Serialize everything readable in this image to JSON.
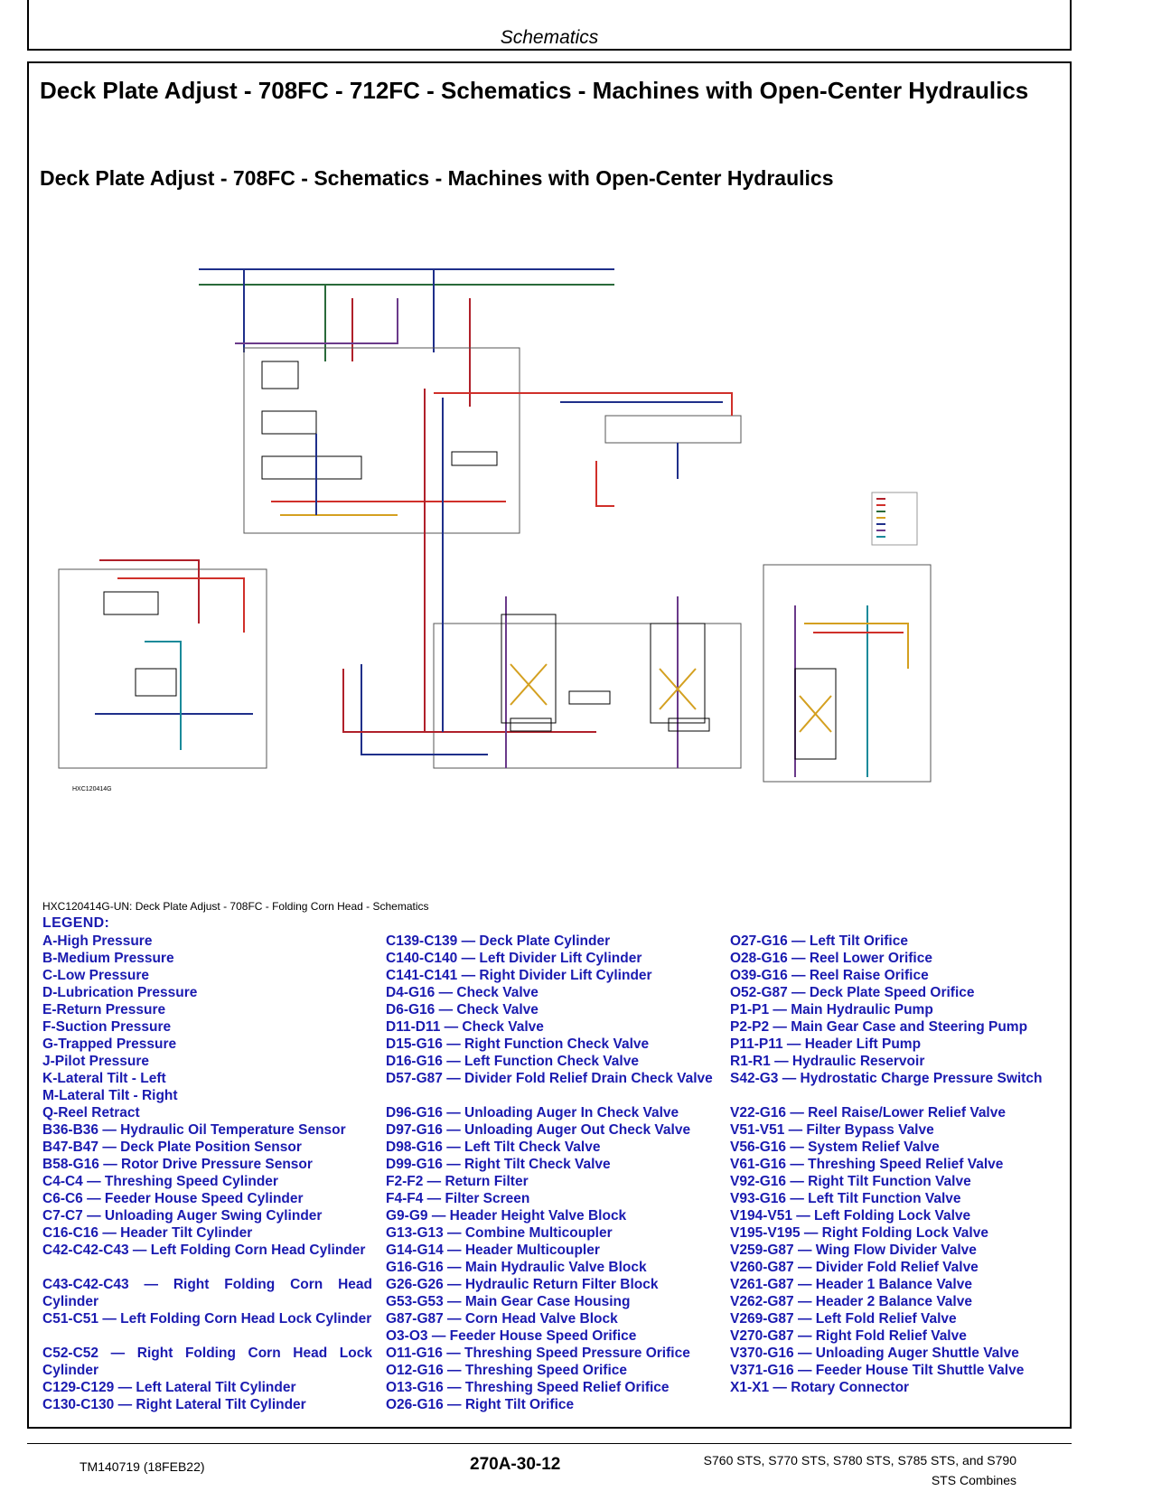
{
  "header": {
    "section": "Schematics"
  },
  "title": "Deck Plate Adjust - 708FC - 712FC - Schematics - Machines with Open-Center Hydraulics",
  "subtitle": "Deck Plate Adjust - 708FC - Schematics - Machines with Open-Center Hydraulics",
  "figure": {
    "id": "HXC120414G",
    "caption": "HXC120414G-UN: Deck Plate Adjust - 708FC - Folding Corn Head - Schematics",
    "colors": {
      "high_pressure": "#b0202a",
      "medium_pressure": "#d0302a",
      "low_pressure": "#2a6a3a",
      "return_pressure": "#1f2f8a",
      "pilot_pressure": "#1a8a9a",
      "lubrication": "#d4a020",
      "suction": "#6a3a8a"
    }
  },
  "legend": {
    "title": "LEGEND:",
    "col1": [
      "A-High Pressure",
      "B-Medium Pressure",
      "C-Low Pressure",
      "D-Lubrication Pressure",
      "E-Return Pressure",
      "F-Suction Pressure",
      "G-Trapped Pressure",
      "J-Pilot Pressure",
      "K-Lateral Tilt - Left",
      "M-Lateral Tilt - Right",
      "Q-Reel Retract",
      "B36-B36 — Hydraulic Oil Temperature Sensor",
      "B47-B47 — Deck Plate Position Sensor",
      "B58-G16 — Rotor Drive Pressure Sensor",
      "C4-C4 — Threshing Speed Cylinder",
      "C6-C6 — Feeder House Speed Cylinder",
      "C7-C7 — Unloading Auger Swing Cylinder",
      "C16-C16 — Header Tilt Cylinder",
      "C42-C42-C43 — Left Folding Corn Head Cylinder",
      "C43-C42-C43 — Right Folding Corn Head Cylinder",
      "C51-C51 — Left Folding Corn Head Lock Cylinder",
      "C52-C52 — Right Folding Corn Head Lock Cylinder",
      "C129-C129 — Left Lateral Tilt Cylinder",
      "C130-C130 — Right Lateral Tilt Cylinder"
    ],
    "col2": [
      "C139-C139 — Deck Plate Cylinder",
      "C140-C140 — Left Divider Lift Cylinder",
      "C141-C141 — Right Divider Lift Cylinder",
      "D4-G16 — Check Valve",
      "D6-G16 — Check Valve",
      "D11-D11 — Check Valve",
      "D15-G16 — Right Function Check Valve",
      "D16-G16 — Left Function Check Valve",
      "D57-G87 — Divider Fold Relief Drain Check Valve",
      "D96-G16 — Unloading Auger In Check Valve",
      "D97-G16 — Unloading Auger Out Check Valve",
      "D98-G16 — Left Tilt Check Valve",
      "D99-G16 — Right Tilt Check Valve",
      "F2-F2 — Return Filter",
      "F4-F4 — Filter Screen",
      "G9-G9 — Header Height Valve Block",
      "G13-G13 — Combine Multicoupler",
      "G14-G14 — Header Multicoupler",
      "G16-G16 — Main Hydraulic Valve Block",
      "G26-G26 — Hydraulic Return Filter Block",
      "G53-G53 — Main Gear Case Housing",
      "G87-G87 — Corn Head Valve Block",
      "O3-O3 — Feeder House Speed Orifice",
      "O11-G16 — Threshing Speed Pressure Orifice",
      "O12-G16 — Threshing Speed Orifice",
      "O13-G16 — Threshing Speed Relief Orifice",
      "O26-G16 — Right Tilt Orifice"
    ],
    "col3": [
      "O27-G16 — Left Tilt Orifice",
      "O28-G16 — Reel Lower Orifice",
      "O39-G16 — Reel Raise Orifice",
      "O52-G87 — Deck Plate Speed Orifice",
      "P1-P1 — Main Hydraulic Pump",
      "P2-P2 — Main Gear Case and Steering Pump",
      "P11-P11 — Header Lift Pump",
      "R1-R1 — Hydraulic Reservoir",
      "S42-G3 — Hydrostatic Charge Pressure Switch",
      "V22-G16 — Reel Raise/Lower Relief Valve",
      "V51-V51 — Filter Bypass Valve",
      "V56-G16 — System Relief Valve",
      "V61-G16 — Threshing Speed Relief Valve",
      "V92-G16 — Right Tilt Function Valve",
      "V93-G16 — Left Tilt Function Valve",
      "V194-V51 — Left Folding Lock Valve",
      "V195-V195 — Right Folding Lock Valve",
      "V259-G87 — Wing Flow Divider Valve",
      "V260-G87 — Divider Fold Relief Valve",
      "V261-G87 — Header 1 Balance Valve",
      "V262-G87 — Header 2 Balance Valve",
      "V269-G87 — Left Fold Relief Valve",
      "V270-G87 — Right Fold Relief Valve",
      "V370-G16 — Unloading Auger Shuttle Valve",
      "V371-G16 — Feeder House Tilt Shuttle Valve",
      "X1-X1 — Rotary Connector"
    ]
  },
  "footer": {
    "doc_id": "TM140719 (18FEB22)",
    "page": "270A-30-12",
    "models": "S760 STS, S770 STS, S780 STS, S785 STS, and S790",
    "models_line2": "STS Combines"
  }
}
